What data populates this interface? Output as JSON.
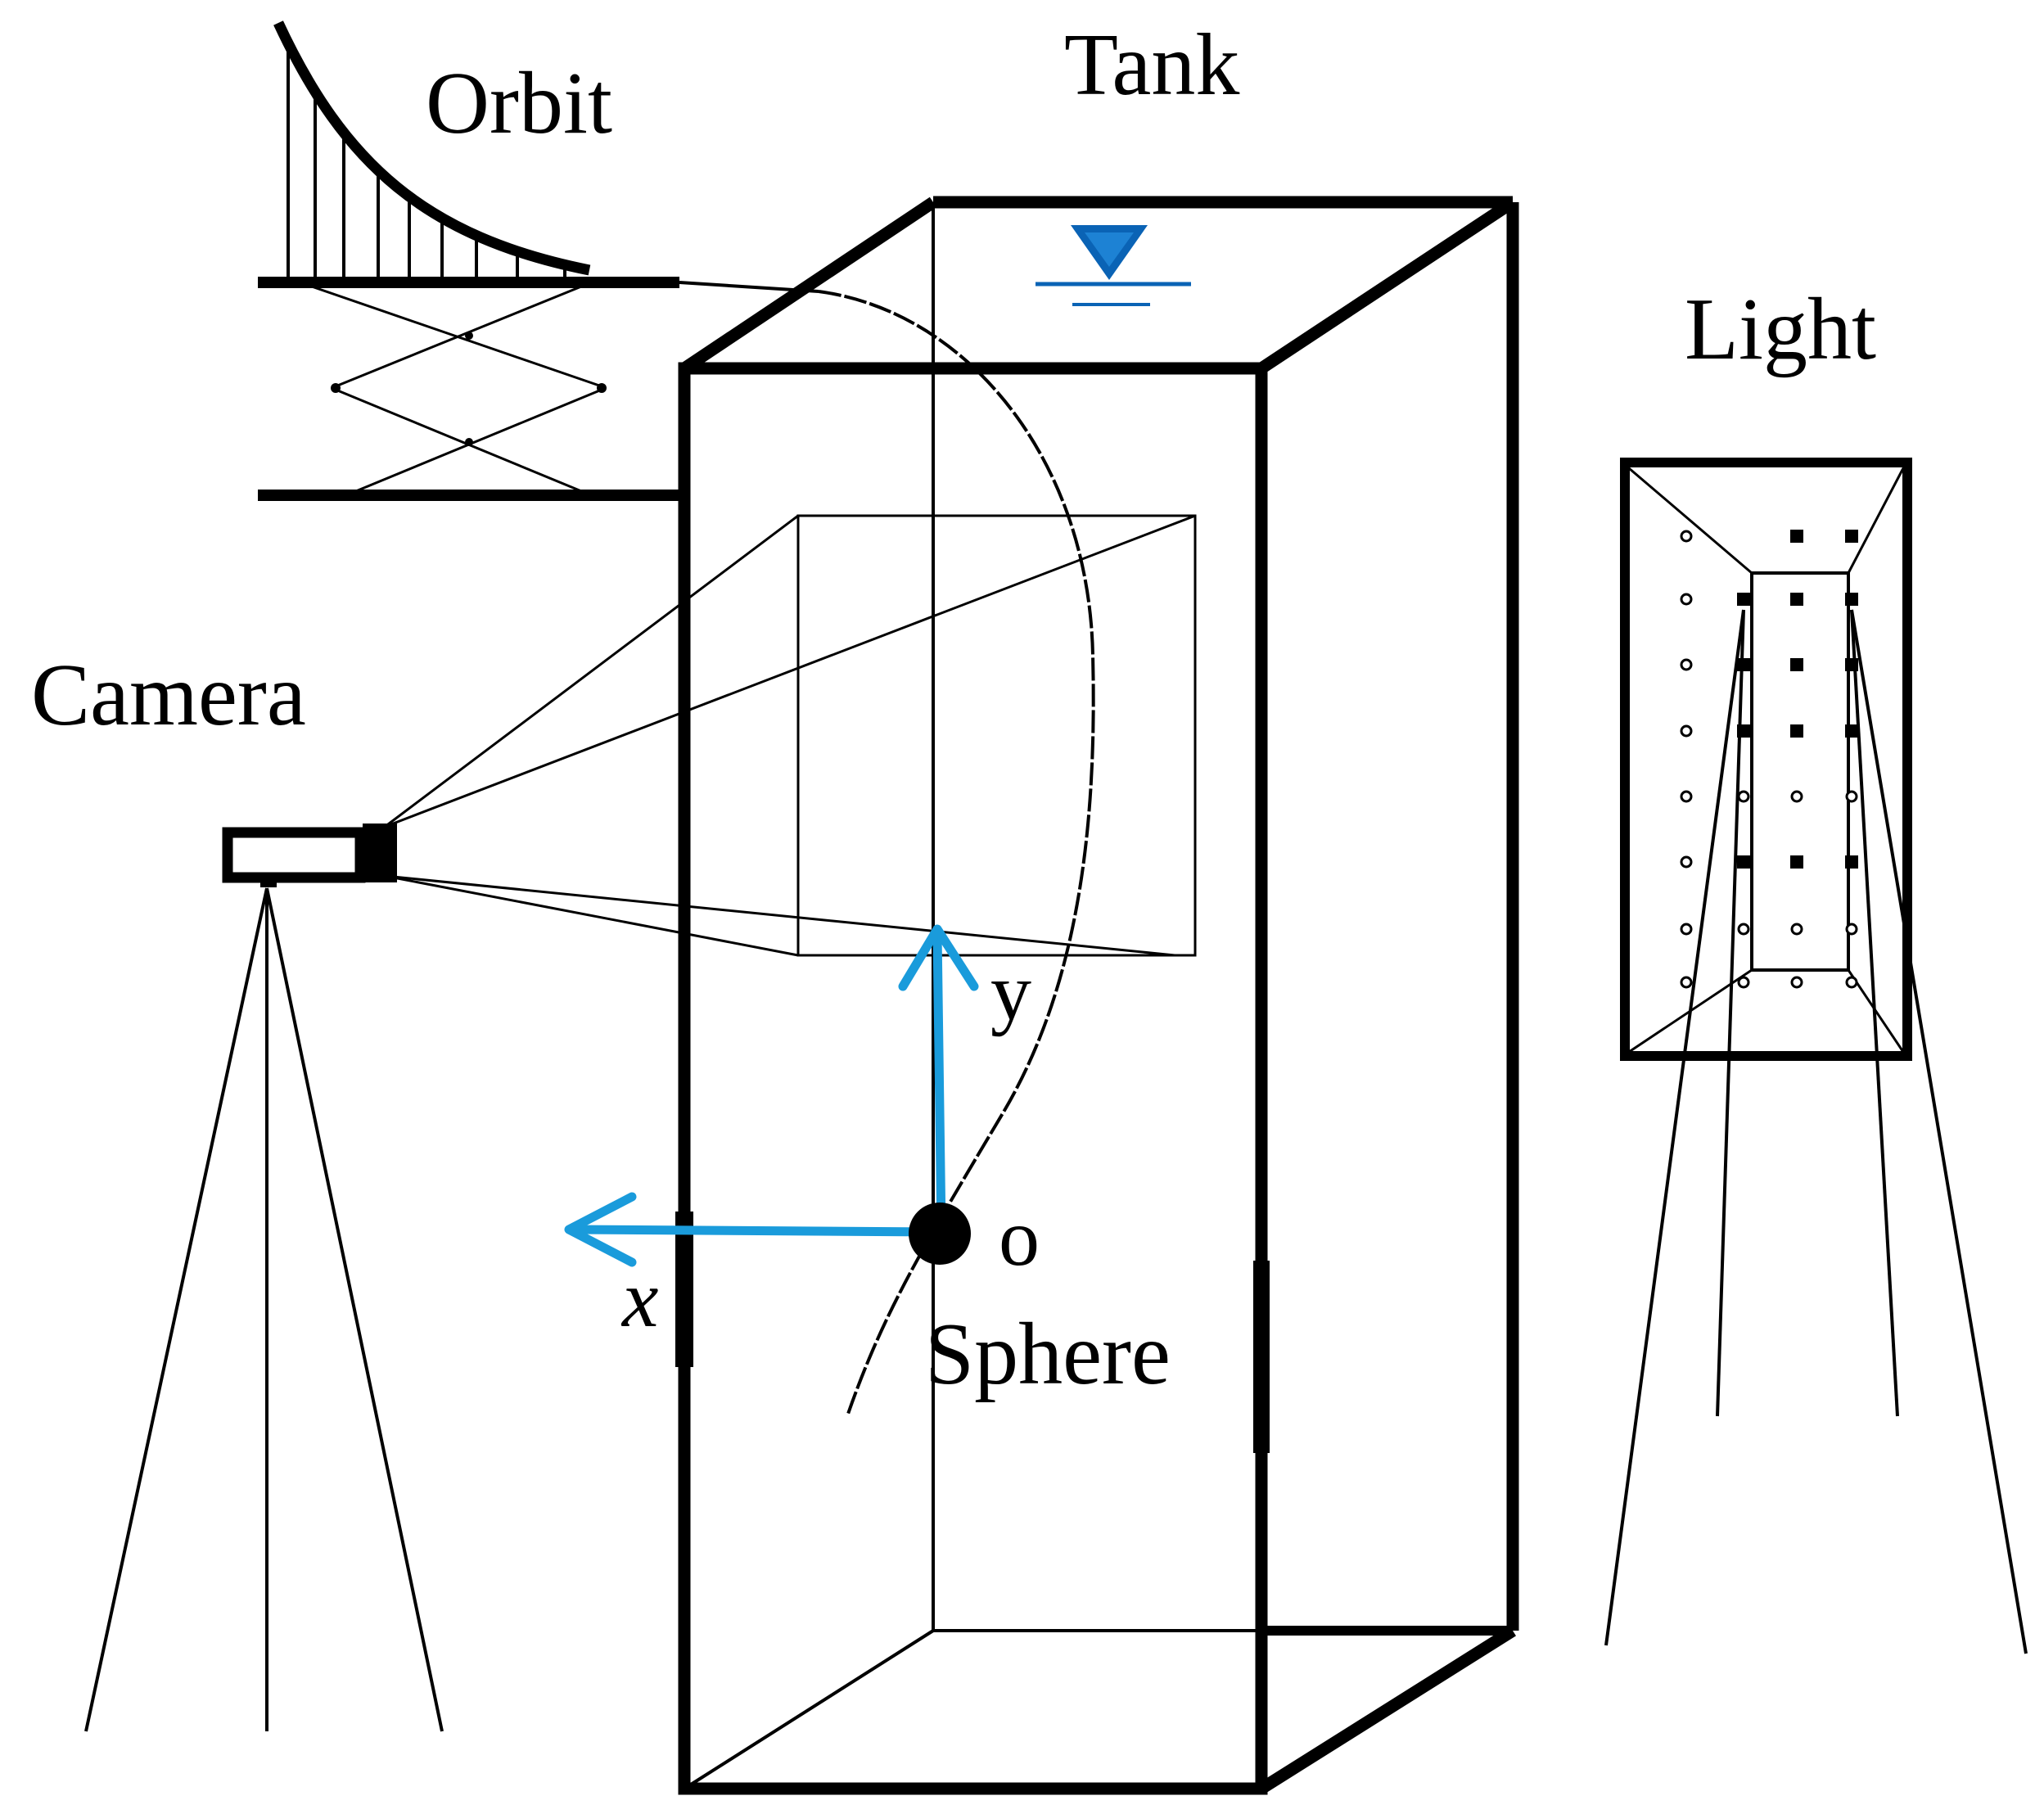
{
  "labels": {
    "tank": "Tank",
    "orbit": "Orbit",
    "light": "Light",
    "camera": "Camera",
    "sphere": "Sphere",
    "origin": "o",
    "x_axis": "x",
    "y_axis": "y"
  },
  "colors": {
    "line": "#000000",
    "axis": "#1a9bdb",
    "water_marker": "#0a63b5",
    "background": "#ffffff"
  },
  "icons": {
    "water_level": "water-level-triangle-icon",
    "camera": "camera-icon",
    "sphere": "sphere-dot"
  }
}
